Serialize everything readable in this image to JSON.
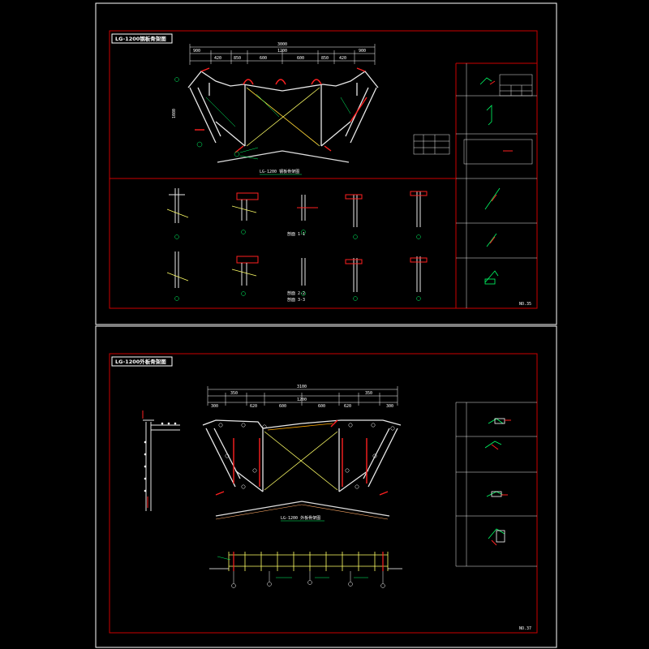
{
  "colors": {
    "background": "#000000",
    "border": "#ffffff",
    "frame": "#cc0000",
    "steel": "#e8e8e8",
    "brace": "#ffff66",
    "red": "#ff2020",
    "green": "#00ff66",
    "cyan": "#33ffff"
  },
  "sheet1": {
    "title": "LG-1200钢板骨架图",
    "dims_total": "3000",
    "dims_mid": "1200",
    "dims_top": [
      "900",
      "420",
      "850",
      "600",
      "600",
      "850",
      "420",
      "900"
    ],
    "height_dim": "1080",
    "elev_caption": "LG-1200 钢板骨架图",
    "section_a": "剖面 1-1",
    "section_b": "剖面 2-2",
    "section_c": "剖面 3-3",
    "sheet_no": "NO.35"
  },
  "sheet2": {
    "title": "LG-1200外板骨架图",
    "dims_total": "3100",
    "dims_mid": "1200",
    "dims_top": [
      "300",
      "350",
      "620",
      "600",
      "600",
      "620",
      "350",
      "300"
    ],
    "elev_caption": "LG-1200 外板骨架图",
    "sheet_no": "NO.37"
  }
}
